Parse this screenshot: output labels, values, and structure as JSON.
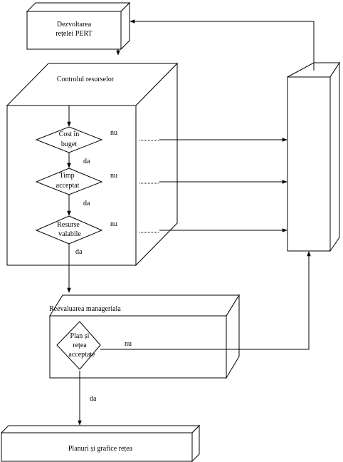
{
  "boxes": {
    "pert": {
      "line1": "Dezvoltarea",
      "line2": "rețelei PERT"
    },
    "resurse": {
      "title": "Controlul resurselor"
    },
    "reevaluare": {
      "title": "Reevaluarea manageriala"
    },
    "planuri": {
      "title": "Planuri și grafice rețea"
    }
  },
  "decisions": {
    "cost": {
      "line1": "Cost în",
      "line2": "buget"
    },
    "timp": {
      "line1": "Timp",
      "line2": "acceptat"
    },
    "resurse": {
      "line1": "Resurse",
      "line2": "valabile"
    },
    "plan": {
      "line1": "Plan și",
      "line2": "rețea",
      "line3": "acceptate"
    }
  },
  "branch_labels": {
    "no": "nu",
    "yes": "da"
  }
}
